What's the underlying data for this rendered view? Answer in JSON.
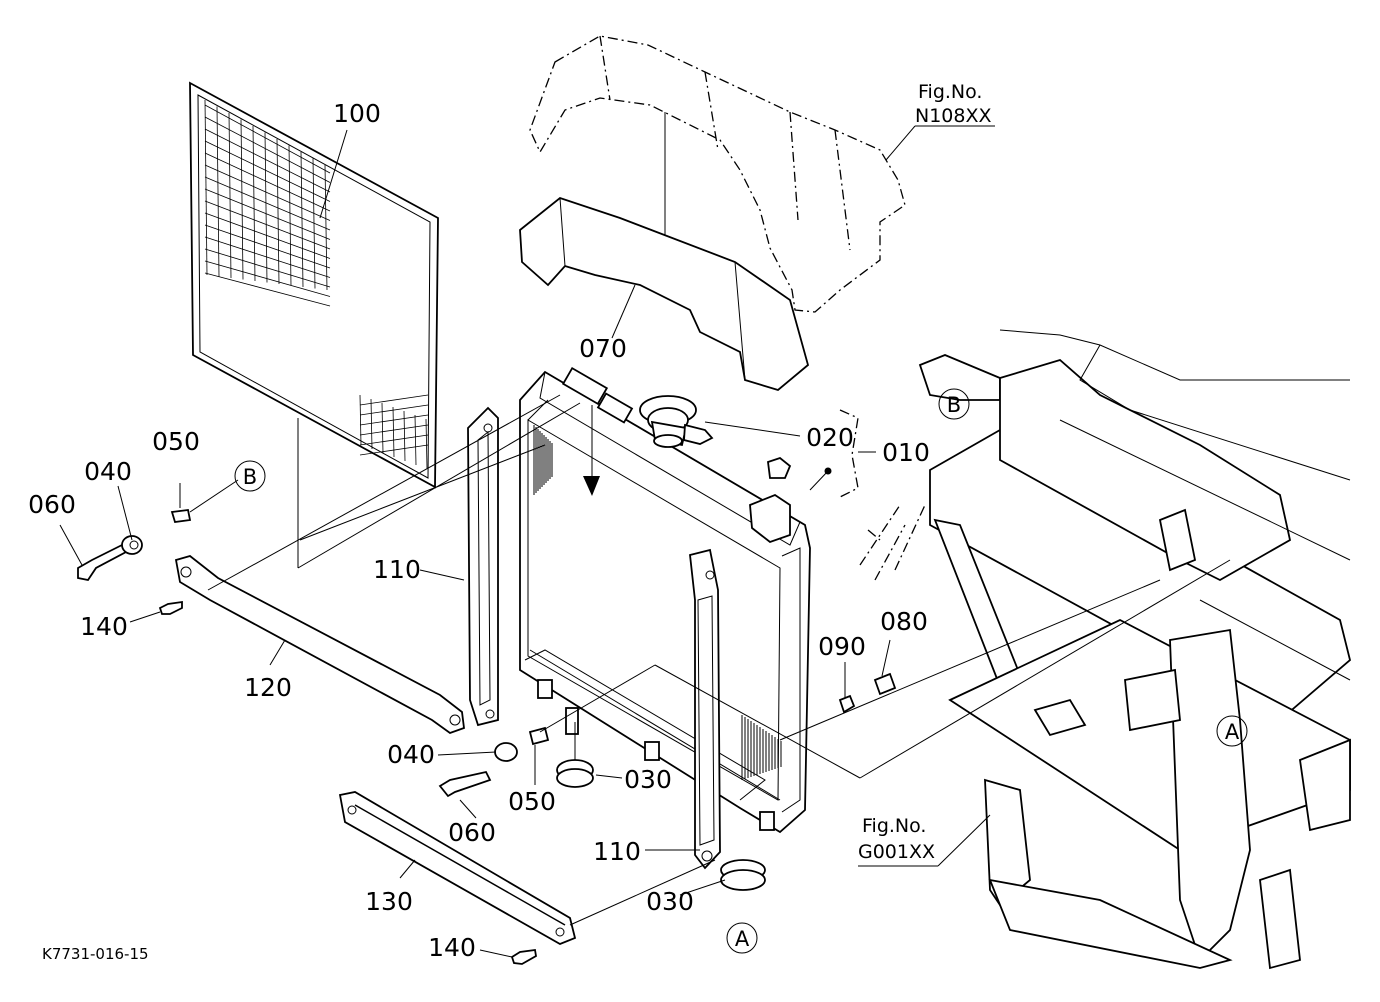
{
  "diagram": {
    "code": "K7731-016-15",
    "part_labels": [
      {
        "id": "p100",
        "text": "100"
      },
      {
        "id": "p070",
        "text": "070"
      },
      {
        "id": "p020",
        "text": "020"
      },
      {
        "id": "p010",
        "text": "010"
      },
      {
        "id": "p050a",
        "text": "050"
      },
      {
        "id": "p040a",
        "text": "040"
      },
      {
        "id": "p060a",
        "text": "060"
      },
      {
        "id": "p140a",
        "text": "140"
      },
      {
        "id": "p120",
        "text": "120"
      },
      {
        "id": "p110a",
        "text": "110"
      },
      {
        "id": "p090",
        "text": "090"
      },
      {
        "id": "p080",
        "text": "080"
      },
      {
        "id": "p040b",
        "text": "040"
      },
      {
        "id": "p060b",
        "text": "060"
      },
      {
        "id": "p050b",
        "text": "050"
      },
      {
        "id": "p030a",
        "text": "030"
      },
      {
        "id": "p110b",
        "text": "110"
      },
      {
        "id": "p030b",
        "text": "030"
      },
      {
        "id": "p130",
        "text": "130"
      },
      {
        "id": "p140b",
        "text": "140"
      }
    ],
    "fig_refs": [
      {
        "id": "fig1",
        "line1": "Fig.No.",
        "line2": "N108XX"
      },
      {
        "id": "fig2",
        "line1": "Fig.No.",
        "line2": "G001XX"
      }
    ],
    "markers": [
      {
        "id": "mB1",
        "text": "B"
      },
      {
        "id": "mB2",
        "text": "B"
      },
      {
        "id": "mA1",
        "text": "A"
      },
      {
        "id": "mA2",
        "text": "A"
      }
    ]
  }
}
